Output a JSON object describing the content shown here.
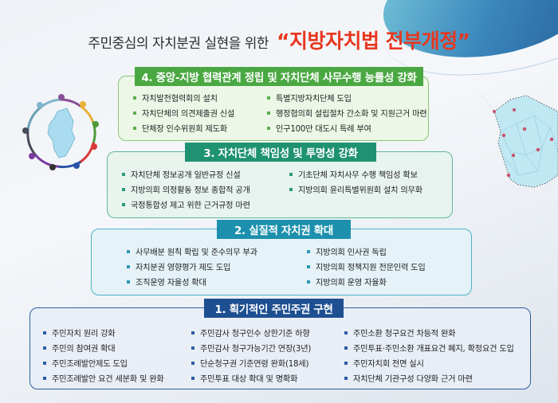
{
  "header": {
    "subtitle": "주민중심의 자치분권 실현을 위한",
    "title": "“지방자치법 전부개정”",
    "title_color": "#e8371f"
  },
  "decor": {
    "left_image": "people-circle-around-korea-map-icon",
    "right_image": "korea-network-map-icon"
  },
  "sections": {
    "s4": {
      "label": "4. 중앙-지방 협력관계 정립 및 자치단체 사무수행 능률성 강화",
      "color": "#4aa842",
      "columns": [
        [
          "자치발전협력회의 설치",
          "자치단체의 의견제출권 신설",
          "단체장 인수위원회 제도화"
        ],
        [
          "특별지방자치단체 도입",
          "행정협의회 설립절차 간소화 및 지원근거 마련",
          "인구100만 대도시 특례 부여"
        ]
      ]
    },
    "s3": {
      "label": "3. 자치단체 책임성 및 투명성 강화",
      "color": "#1f9271",
      "columns": [
        [
          "자치단체 정보공개 일반규정 신설",
          "지방의회 의정활동 정보 종합적 공개",
          "국정통합성 제고 위한 근거규정 마련"
        ],
        [
          "기초단체 자치사무 수행 책임성 확보",
          "지방의회 윤리특별위원회 설치 의무화"
        ]
      ]
    },
    "s2": {
      "label": "2. 실질적 자치권 확대",
      "color": "#1c90ad",
      "columns": [
        [
          "사무배분 원칙 확립 및 준수의무 부과",
          "자치분권 영향평가 제도 도입",
          "조직운영 자율성 확대"
        ],
        [
          "지방의회 인사권 독립",
          "지방의회 정책지원 전문인력 도입",
          "지방의회 운영 자율화"
        ]
      ]
    },
    "s1": {
      "label": "1. 획기적인 주민주권 구현",
      "color": "#1d4f91",
      "columns": [
        [
          "주민자치 원리 강화",
          "주민의 참여권 확대",
          "주민조례발안제도 도입",
          "주민조례발안 요건 세분화 및 완화"
        ],
        [
          "주민감사 청구인수 상한기준 하향",
          "주민감사 청구가능기간 연장(3년)",
          "단순청구권 기준연령 완화(18세)",
          "주민투표 대상 확대 및 명확화"
        ],
        [
          "주민소환 청구요건 차등적 완화",
          "주민투표·주민소환 개표요건 폐지, 확정요건 도입",
          "주민자치회 전면 실시",
          "자치단체 기관구성 다양화 근거 마련"
        ]
      ]
    }
  }
}
